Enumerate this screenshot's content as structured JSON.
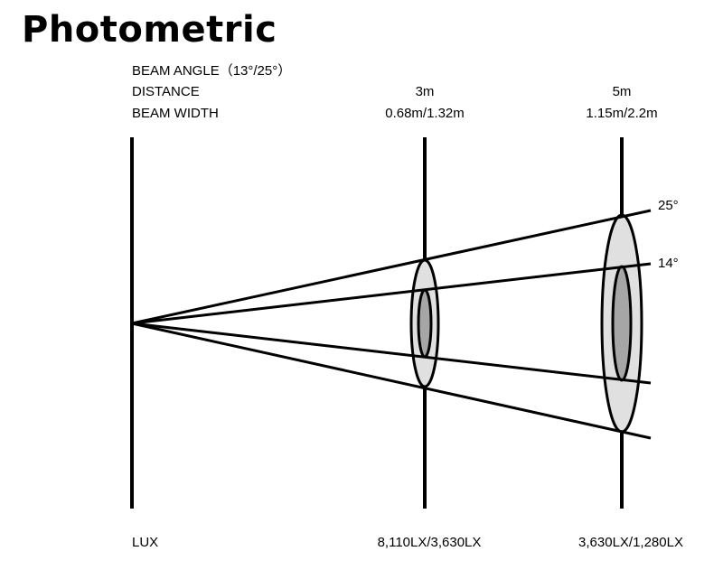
{
  "title": "Photometric",
  "header": {
    "beam_angle": "BEAM ANGLE（13°/25°）",
    "distance_label": "DISTANCE",
    "beam_width_label": "BEAM WIDTH",
    "columns": [
      {
        "distance": "3m",
        "beam_width": "0.68m/1.32m",
        "lux": "8,110LX/3,630LX"
      },
      {
        "distance": "5m",
        "beam_width": "1.15m/2.2m",
        "lux": "3,630LX/1,280LX"
      }
    ]
  },
  "angles": {
    "wide": "25°",
    "narrow": "14°"
  },
  "lux_label": "LUX",
  "colors": {
    "line": "#000000",
    "outer_fill": "#e0e0e0",
    "inner_fill": "#a6a6a6"
  }
}
